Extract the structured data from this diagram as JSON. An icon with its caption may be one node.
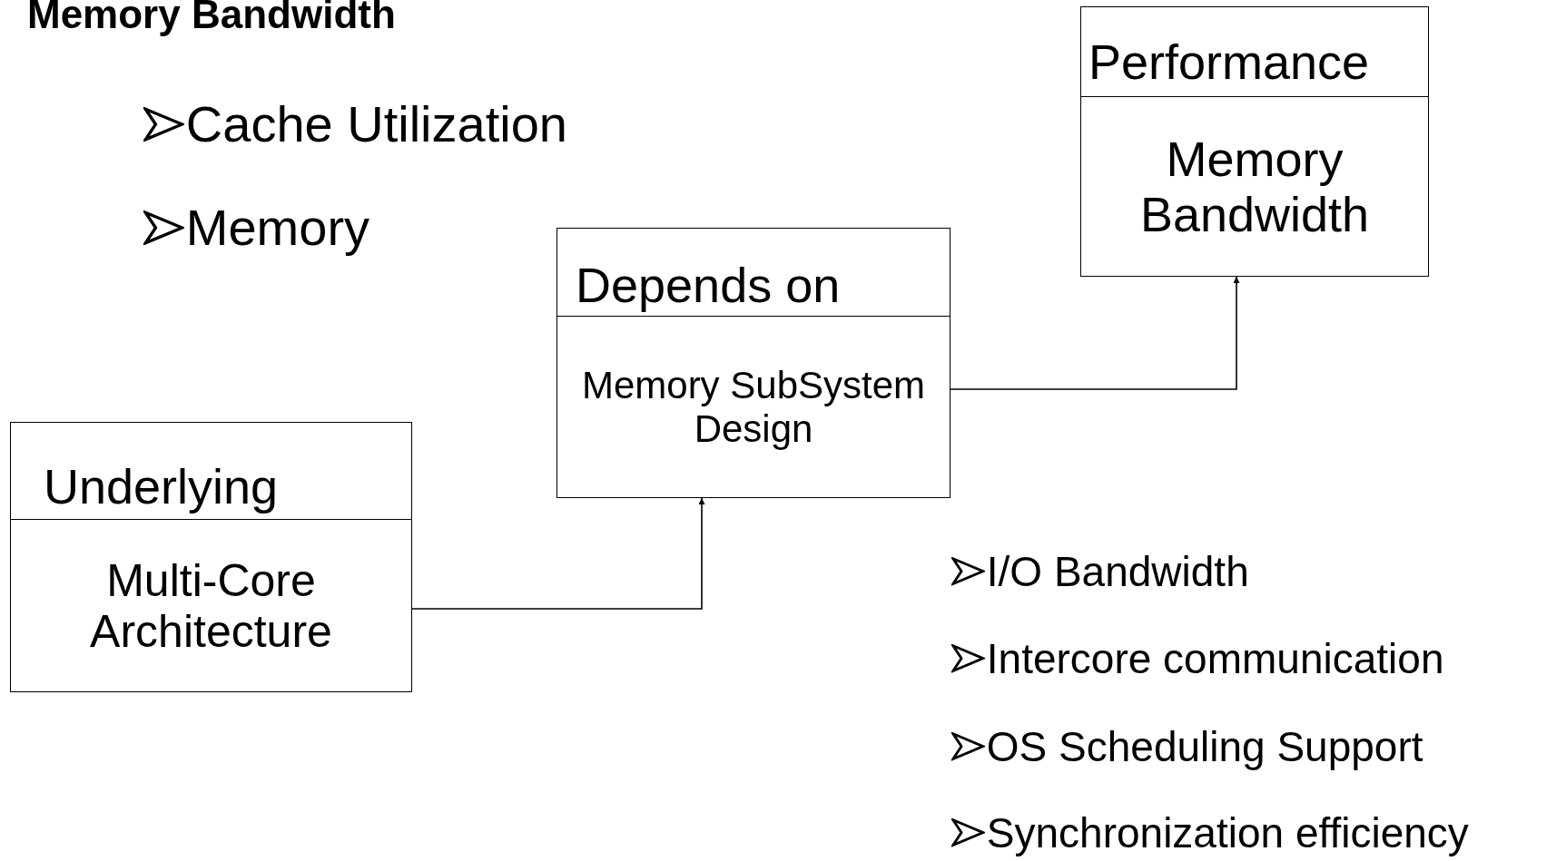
{
  "diagram": {
    "title": "Memory Bandwidth",
    "nodes": [
      {
        "text": [
          "Underlying",
          "Multi-Core Architecture"
        ]
      },
      {
        "text": [
          "Depends on",
          "Memory SubSystem Design"
        ]
      },
      {
        "text": [
          "Performance",
          "Memory Bandwidth"
        ]
      }
    ],
    "edges": [
      {
        "from": 0,
        "to": 1,
        "arrow": "to"
      },
      {
        "from": 1,
        "to": 2,
        "arrow": "to"
      }
    ],
    "labels": [
      "Cache Utilization",
      "Memory",
      "I/O Bandwidth",
      "Intercore communication",
      "OS Scheduling Support",
      "Synchronization efficiency"
    ]
  }
}
